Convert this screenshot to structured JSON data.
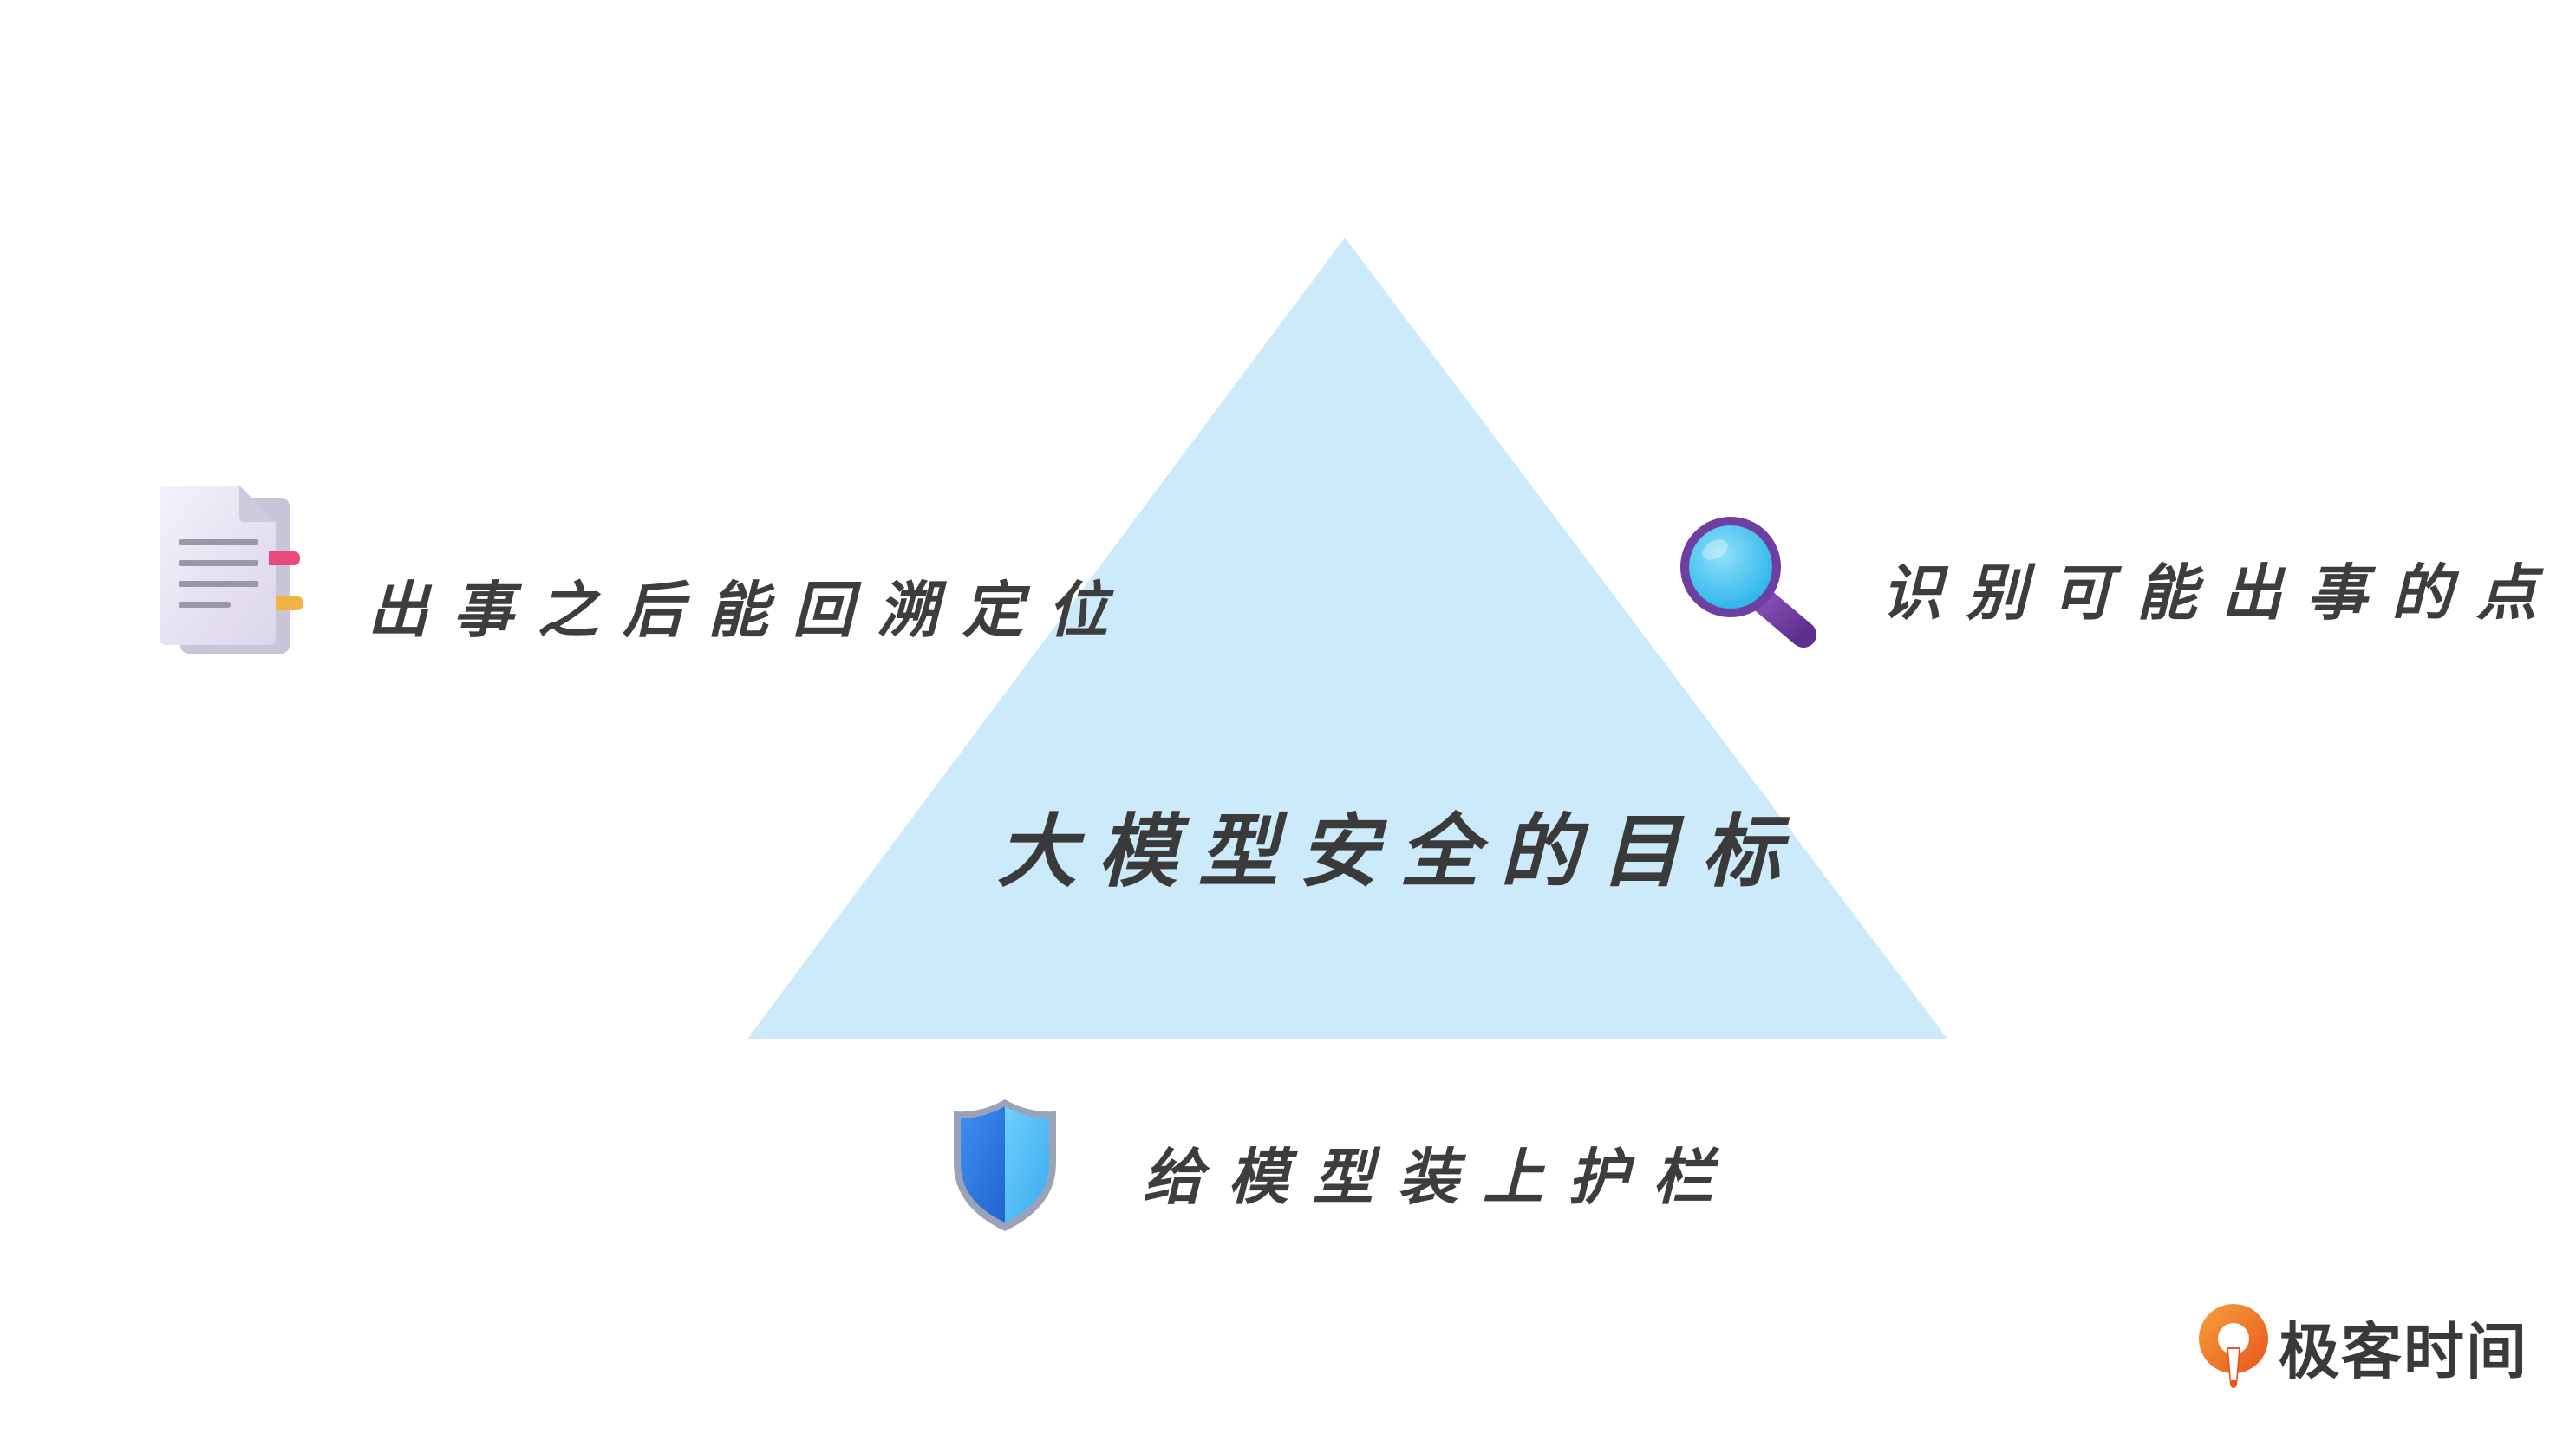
{
  "diagram": {
    "center_label": "大模型安全的目标",
    "left_label": "出事之后能回溯定位",
    "right_label": "识别可能出事的点",
    "bottom_label": "给模型装上护栏"
  },
  "icons": {
    "left": "document-icon",
    "right": "magnifier-icon",
    "bottom": "shield-icon"
  },
  "colors": {
    "triangle": "#cdeafb",
    "text": "#3d3d3d",
    "logo_orange": "#f0742a"
  },
  "brand": {
    "name": "极客时间"
  }
}
